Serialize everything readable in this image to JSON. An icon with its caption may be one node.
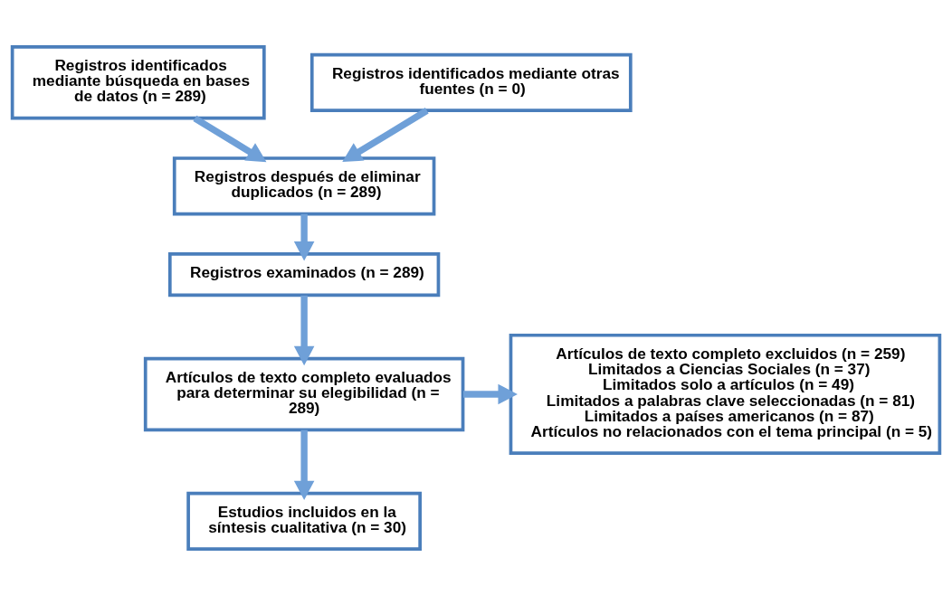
{
  "diagram": {
    "nodes": [
      {
        "text": [
          "Registros identificados mediante búsqueda en bases de datos (n = 289)"
        ]
      },
      {
        "text": [
          "Registros identificados mediante otras fuentes (n = 0)"
        ]
      },
      {
        "text": [
          "Registros después de eliminar duplicados (n = 289)"
        ]
      },
      {
        "text": [
          "Registros examinados (n = 289)"
        ]
      },
      {
        "text": [
          "Artículos de texto completo evaluados para determinar su elegibilidad (n = 289)"
        ]
      },
      {
        "text": [
          "Artículos de texto completo excluidos (n = 259)",
          "Limitados a Ciencias Sociales (n = 37)",
          "Limitados solo a artículos (n = 49)",
          "Limitados a palabras clave seleccionadas (n = 81)",
          "Limitados a países americanos (n = 87)",
          "Artículos no relacionados con el tema principal (n = 5)"
        ]
      },
      {
        "text": [
          "Estudios incluidos en la síntesis cualitativa (n = 30)"
        ]
      }
    ],
    "edges": [
      {
        "from": 0,
        "to": 2,
        "arrow": "to"
      },
      {
        "from": 1,
        "to": 2,
        "arrow": "to"
      },
      {
        "from": 2,
        "to": 3,
        "arrow": "to"
      },
      {
        "from": 3,
        "to": 4,
        "arrow": "to"
      },
      {
        "from": 4,
        "to": 5,
        "arrow": "to"
      },
      {
        "from": 4,
        "to": 6,
        "arrow": "to"
      }
    ]
  }
}
